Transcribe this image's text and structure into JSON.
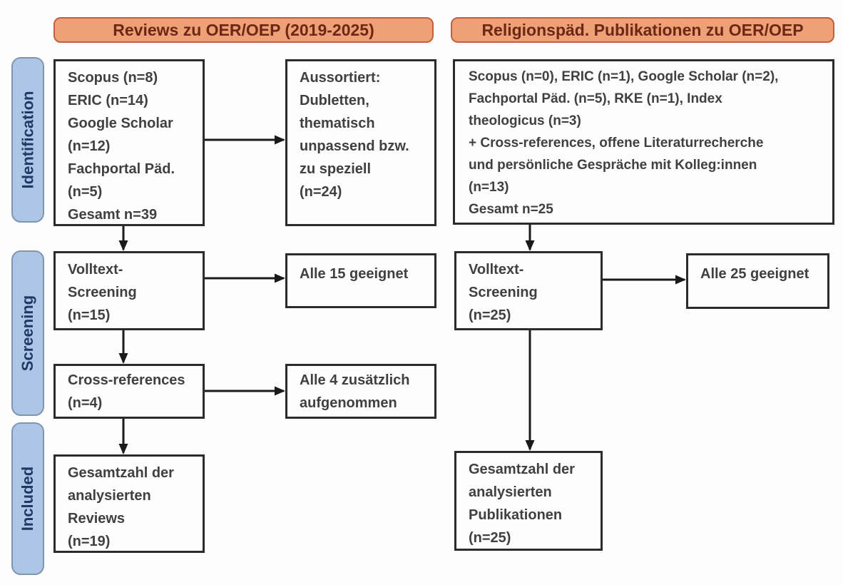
{
  "diagram_type": "flowchart",
  "headers": {
    "left": "Reviews zu OER/OEP (2019-2025)",
    "right": "Religionspäd. Publikationen zu OER/OEP"
  },
  "stage_labels": {
    "identification": "Identification",
    "screening": "Screening",
    "included": "Included"
  },
  "boxes": {
    "left_identification": {
      "lines": [
        "Scopus (n=8)",
        "ERIC (n=14)",
        "Google Scholar",
        "(n=12)",
        "Fachportal Päd.",
        "(n=5)",
        "Gesamt n=39"
      ]
    },
    "left_excluded": {
      "lines": [
        "Aussortiert:",
        "Dubletten,",
        "thematisch",
        "unpassend bzw.",
        "zu speziell",
        "(n=24)"
      ]
    },
    "left_fulltext": {
      "lines": [
        "Volltext-",
        "Screening",
        "(n=15)"
      ]
    },
    "left_eligible": {
      "lines": [
        "Alle 15 geeignet"
      ]
    },
    "left_crossref": {
      "lines": [
        "Cross-references",
        "(n=4)"
      ]
    },
    "left_added": {
      "lines": [
        "Alle 4 zusätzlich",
        "aufgenommen"
      ]
    },
    "left_included": {
      "lines": [
        "Gesamtzahl der",
        "analysierten",
        "Reviews",
        "(n=19)"
      ]
    },
    "right_identification": {
      "lines": [
        "Scopus (n=0), ERIC (n=1), Google Scholar (n=2),",
        "Fachportal Päd. (n=5), RKE (n=1), Index",
        "theologicus (n=3)",
        "+ Cross-references, offene Literaturrecherche",
        "und persönliche Gespräche mit Kolleg:innen",
        "(n=13)",
        "Gesamt n=25"
      ]
    },
    "right_fulltext": {
      "lines": [
        "Volltext-",
        "Screening",
        "(n=25)"
      ]
    },
    "right_eligible": {
      "lines": [
        "Alle 25 geeignet"
      ]
    },
    "right_included": {
      "lines": [
        "Gesamtzahl der",
        "analysierten",
        "Publikationen",
        "(n=25)"
      ]
    }
  },
  "colors": {
    "header_fill": "#efa077",
    "header_border": "#c1603c",
    "header_text": "#6b2815",
    "stage_fill": "#adc6e8",
    "stage_border": "#8096ad",
    "stage_text": "#1f3864",
    "box_border": "#2b2b2b",
    "box_text": "#404040",
    "arrow": "#1a1a1a",
    "background": "#fdfdfd"
  }
}
